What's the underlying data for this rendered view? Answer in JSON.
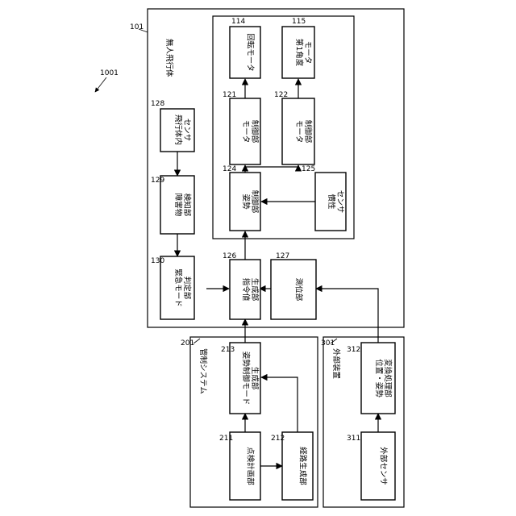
{
  "figure_ref": "1001",
  "containers": {
    "uav": {
      "ref": "101",
      "label": "無人飛行体"
    },
    "inner": {
      "ref": ""
    },
    "control": {
      "ref": "201",
      "label": "管制システム"
    },
    "external": {
      "ref": "301",
      "label": "外部装置"
    }
  },
  "blocks": {
    "b114": {
      "ref": "114",
      "lines": [
        "回転モータ"
      ]
    },
    "b115": {
      "ref": "115",
      "lines": [
        "第1角度",
        "モータ"
      ]
    },
    "b121": {
      "ref": "121",
      "lines": [
        "モータ",
        "制御部"
      ]
    },
    "b122": {
      "ref": "122",
      "lines": [
        "モータ",
        "制御部"
      ]
    },
    "b124": {
      "ref": "124",
      "lines": [
        "姿勢",
        "制御部"
      ]
    },
    "b125": {
      "ref": "125",
      "lines": [
        "慣性",
        "センサ"
      ]
    },
    "b128": {
      "ref": "128",
      "lines": [
        "飛行体内",
        "センサ"
      ]
    },
    "b129": {
      "ref": "129",
      "lines": [
        "障害物",
        "検知部"
      ]
    },
    "b130": {
      "ref": "130",
      "lines": [
        "緊急モード",
        "判定部"
      ]
    },
    "b126": {
      "ref": "126",
      "lines": [
        "指令値",
        "生成部"
      ]
    },
    "b127": {
      "ref": "127",
      "lines": [
        "測位部"
      ]
    },
    "b213": {
      "ref": "213",
      "lines": [
        "姿勢制御モード",
        "生成部"
      ]
    },
    "b211": {
      "ref": "211",
      "lines": [
        "点検計画部"
      ]
    },
    "b212": {
      "ref": "212",
      "lines": [
        "経路生成部"
      ]
    },
    "b312": {
      "ref": "312",
      "lines": [
        "位置・姿勢",
        "変換処理部"
      ]
    },
    "b311": {
      "ref": "311",
      "lines": [
        "外部センサ"
      ]
    }
  }
}
